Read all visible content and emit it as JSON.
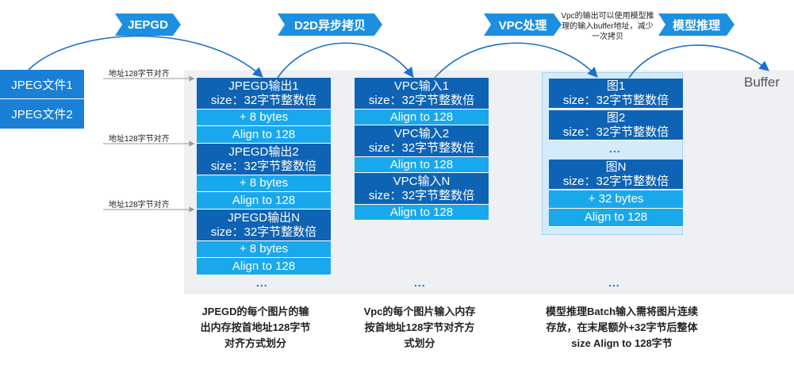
{
  "stages": [
    "JEPGD",
    "D2D异步拷贝",
    "VPC处理",
    "模型推理"
  ],
  "vpc_note": "Vpc的输出可以使用模型推理的输入buffer地址，减少一次拷贝",
  "buffer_label": "Buffer",
  "jpeg_files": [
    "JPEG文件1",
    "JPEG文件2"
  ],
  "addr_labels": [
    "地址128字节对齐",
    "地址128字节对齐",
    "地址128字节对齐"
  ],
  "jpegd": {
    "items": [
      {
        "title": "JPEGD输出1",
        "size": "size：32字节整数倍",
        "plus": "+ 8 bytes",
        "align": "Align to 128"
      },
      {
        "title": "JPEGD输出2",
        "size": "size：32字节整数倍",
        "plus": "+ 8 bytes",
        "align": "Align to 128"
      },
      {
        "title": "JPEGD输出N",
        "size": "size：32字节整数倍",
        "plus": "+ 8 bytes",
        "align": "Align to 128"
      }
    ],
    "dots": "..."
  },
  "vpc": {
    "items": [
      {
        "title": "VPC输入1",
        "size": "size：32字节整数倍",
        "align": "Align to 128"
      },
      {
        "title": "VPC输入2",
        "size": "size：32字节整数倍",
        "align": "Align to 128"
      },
      {
        "title": "VPC输入N",
        "size": "size：32字节整数倍",
        "align": "Align to 128"
      }
    ],
    "dots": "..."
  },
  "model": {
    "items": [
      {
        "title": "图1",
        "size": "size：32字节整数倍"
      },
      {
        "title": "图2",
        "size": "size：32字节整数倍"
      },
      {
        "title": "图N",
        "size": "size：32字节整数倍"
      }
    ],
    "inner_dots": "...",
    "plus": "+ 32 bytes",
    "align": "Align to 128",
    "dots": "..."
  },
  "captions": [
    "JPEGD的每个图片的输出内存按首地址128字节对齐方式划分",
    "Vpc的每个图片输入内存按首地址128字节对齐方式划分",
    "模型推理Batch输入需将图片连续存放，在末尾额外+32字节后整体size Align to 128字节"
  ],
  "colors": {
    "dark": "#0f63b5",
    "light": "#1aa8ec",
    "stage": "#1d8fe1",
    "panel": "#eef0f3",
    "arrow": "#1a6fd0"
  }
}
